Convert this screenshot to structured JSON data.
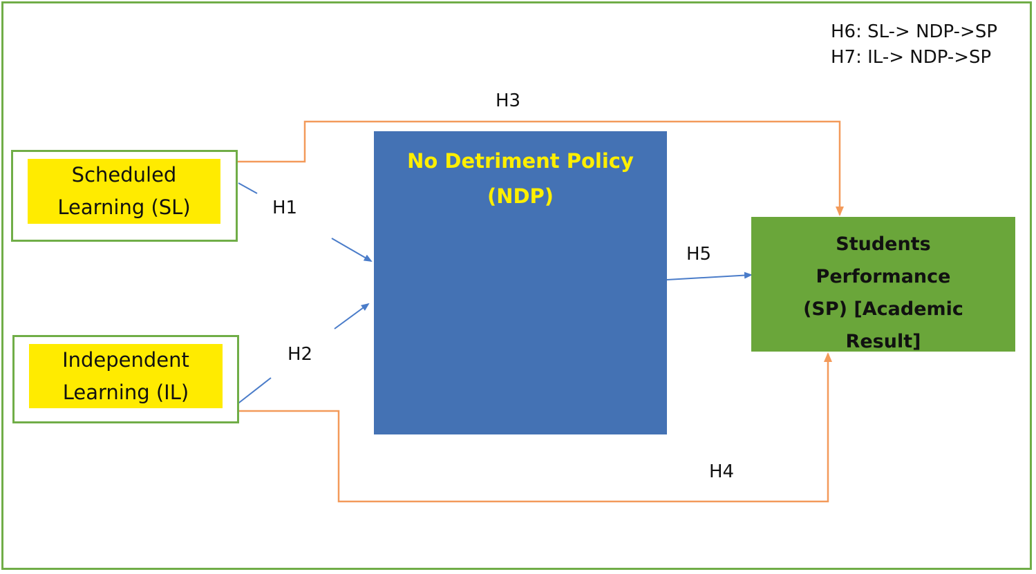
{
  "legend": {
    "h6": "H6: SL-> NDP->SP",
    "h7": "H7: IL-> NDP->SP"
  },
  "nodes": {
    "sl": {
      "line1": "Scheduled",
      "line2": "Learning (SL)"
    },
    "il": {
      "line1": "Independent",
      "line2": "Learning (IL)"
    },
    "ndp": {
      "line1": "No Detriment Policy",
      "line2": "(NDP)"
    },
    "sp": {
      "line1": "Students Performance",
      "line2": "(SP) [Academic",
      "line3": "Result]"
    }
  },
  "hypotheses": {
    "h1": "H1",
    "h2": "H2",
    "h3": "H3",
    "h4": "H4",
    "h5": "H5"
  },
  "colors": {
    "frame": "#70ad47",
    "yellow": "#ffeb00",
    "ndp_fill": "#4472b4",
    "ndp_text": "#ffef00",
    "sp_fill": "#6aa63a",
    "blue_arrow": "#4a7cc9",
    "orange_arrow": "#f39a5a"
  }
}
